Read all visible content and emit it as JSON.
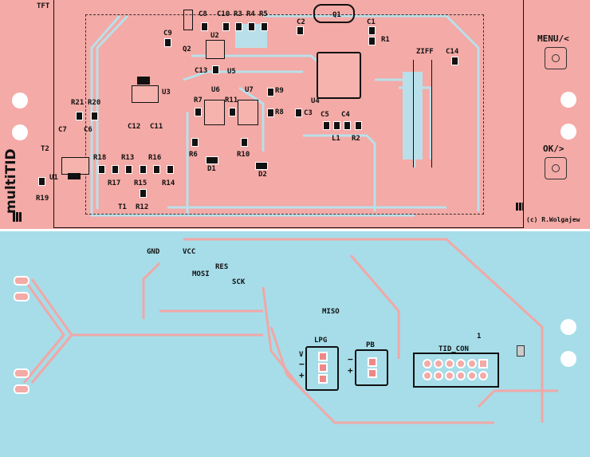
{
  "board_title": "multiTID",
  "copyright": "(c) R.Wolgajew",
  "buttons": {
    "menu": "MENU/<",
    "ok": "OK/>"
  },
  "top_labels": {
    "TFT": "TFT",
    "C8": "C8",
    "C10": "C10",
    "R3": "R3",
    "R4": "R4",
    "R5": "R5",
    "C9": "C9",
    "Q2": "Q2",
    "U2": "U2",
    "C13": "C13",
    "U5": "U5",
    "U3": "U3",
    "R21": "R21",
    "R20": "R20",
    "U6": "U6",
    "U7": "U7",
    "R7": "R7",
    "R11": "R11",
    "R9": "R9",
    "R8": "R8",
    "C7": "C7",
    "C6": "C6",
    "C12": "C12",
    "C11": "C11",
    "R18": "R18",
    "R13": "R13",
    "R16": "R16",
    "R17": "R17",
    "R15": "R15",
    "R14": "R14",
    "T2": "T2",
    "U1": "U1",
    "R19": "R19",
    "T1": "T1",
    "R12": "R12",
    "R6": "R6",
    "R10": "R10",
    "D1": "D1",
    "D2": "D2",
    "C2": "C2",
    "Q1": "Q1",
    "C1": "C1",
    "R1": "R1",
    "ZIFF": "ZIFF",
    "C14": "C14",
    "U4": "U4",
    "C3": "C3",
    "C5": "C5",
    "C4": "C4",
    "L1": "L1",
    "R2": "R2"
  },
  "bottom_labels": {
    "GND": "GND",
    "VCC": "VCC",
    "RES": "RES",
    "MOSI": "MOSI",
    "SCK": "SCK",
    "MISO": "MISO",
    "LPG": "LPG",
    "PB": "PB",
    "TID_CON": "TID_CON",
    "pin1": "1",
    "lpg_v": "V",
    "lpg_minus": "−",
    "lpg_plus": "+",
    "pb_minus": "−",
    "pb_plus": "+"
  },
  "colors": {
    "top_copper": "#f4aaa6",
    "bottom_copper": "#a6dde9",
    "trace_top": "#b9e0ea",
    "trace_bottom": "#f0a8a6"
  }
}
